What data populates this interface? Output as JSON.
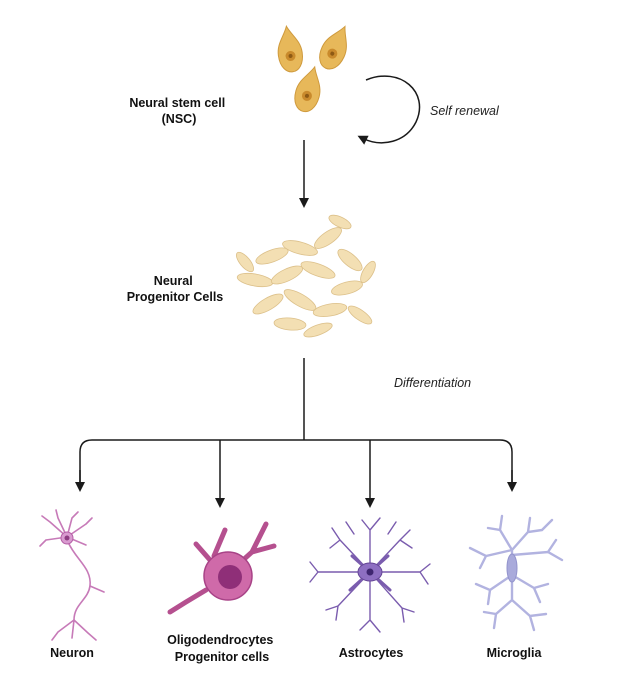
{
  "nodes": {
    "nsc": {
      "line1": "Neural stem cell",
      "line2": "(NSC)"
    },
    "npc": {
      "line1": "Neural",
      "line2": "Progenitor Cells"
    },
    "neuron": {
      "label": "Neuron"
    },
    "opc": {
      "line1": "Oligodendrocytes",
      "line2": "Progenitor cells"
    },
    "astro": {
      "label": "Astrocytes"
    },
    "micro": {
      "label": "Microglia"
    }
  },
  "edges": {
    "self_renewal": "Self renewal",
    "differentiation": "Differentiation"
  },
  "colors": {
    "stem_body": "#e7b85a",
    "stem_nucleus": "#c98a2c",
    "progenitor": "#f3dfb3",
    "neuron": "#c77ab8",
    "opc": "#b5508f",
    "astro": "#7a5cae",
    "micro": "#b2b3e0",
    "line": "#1a1a1a"
  }
}
